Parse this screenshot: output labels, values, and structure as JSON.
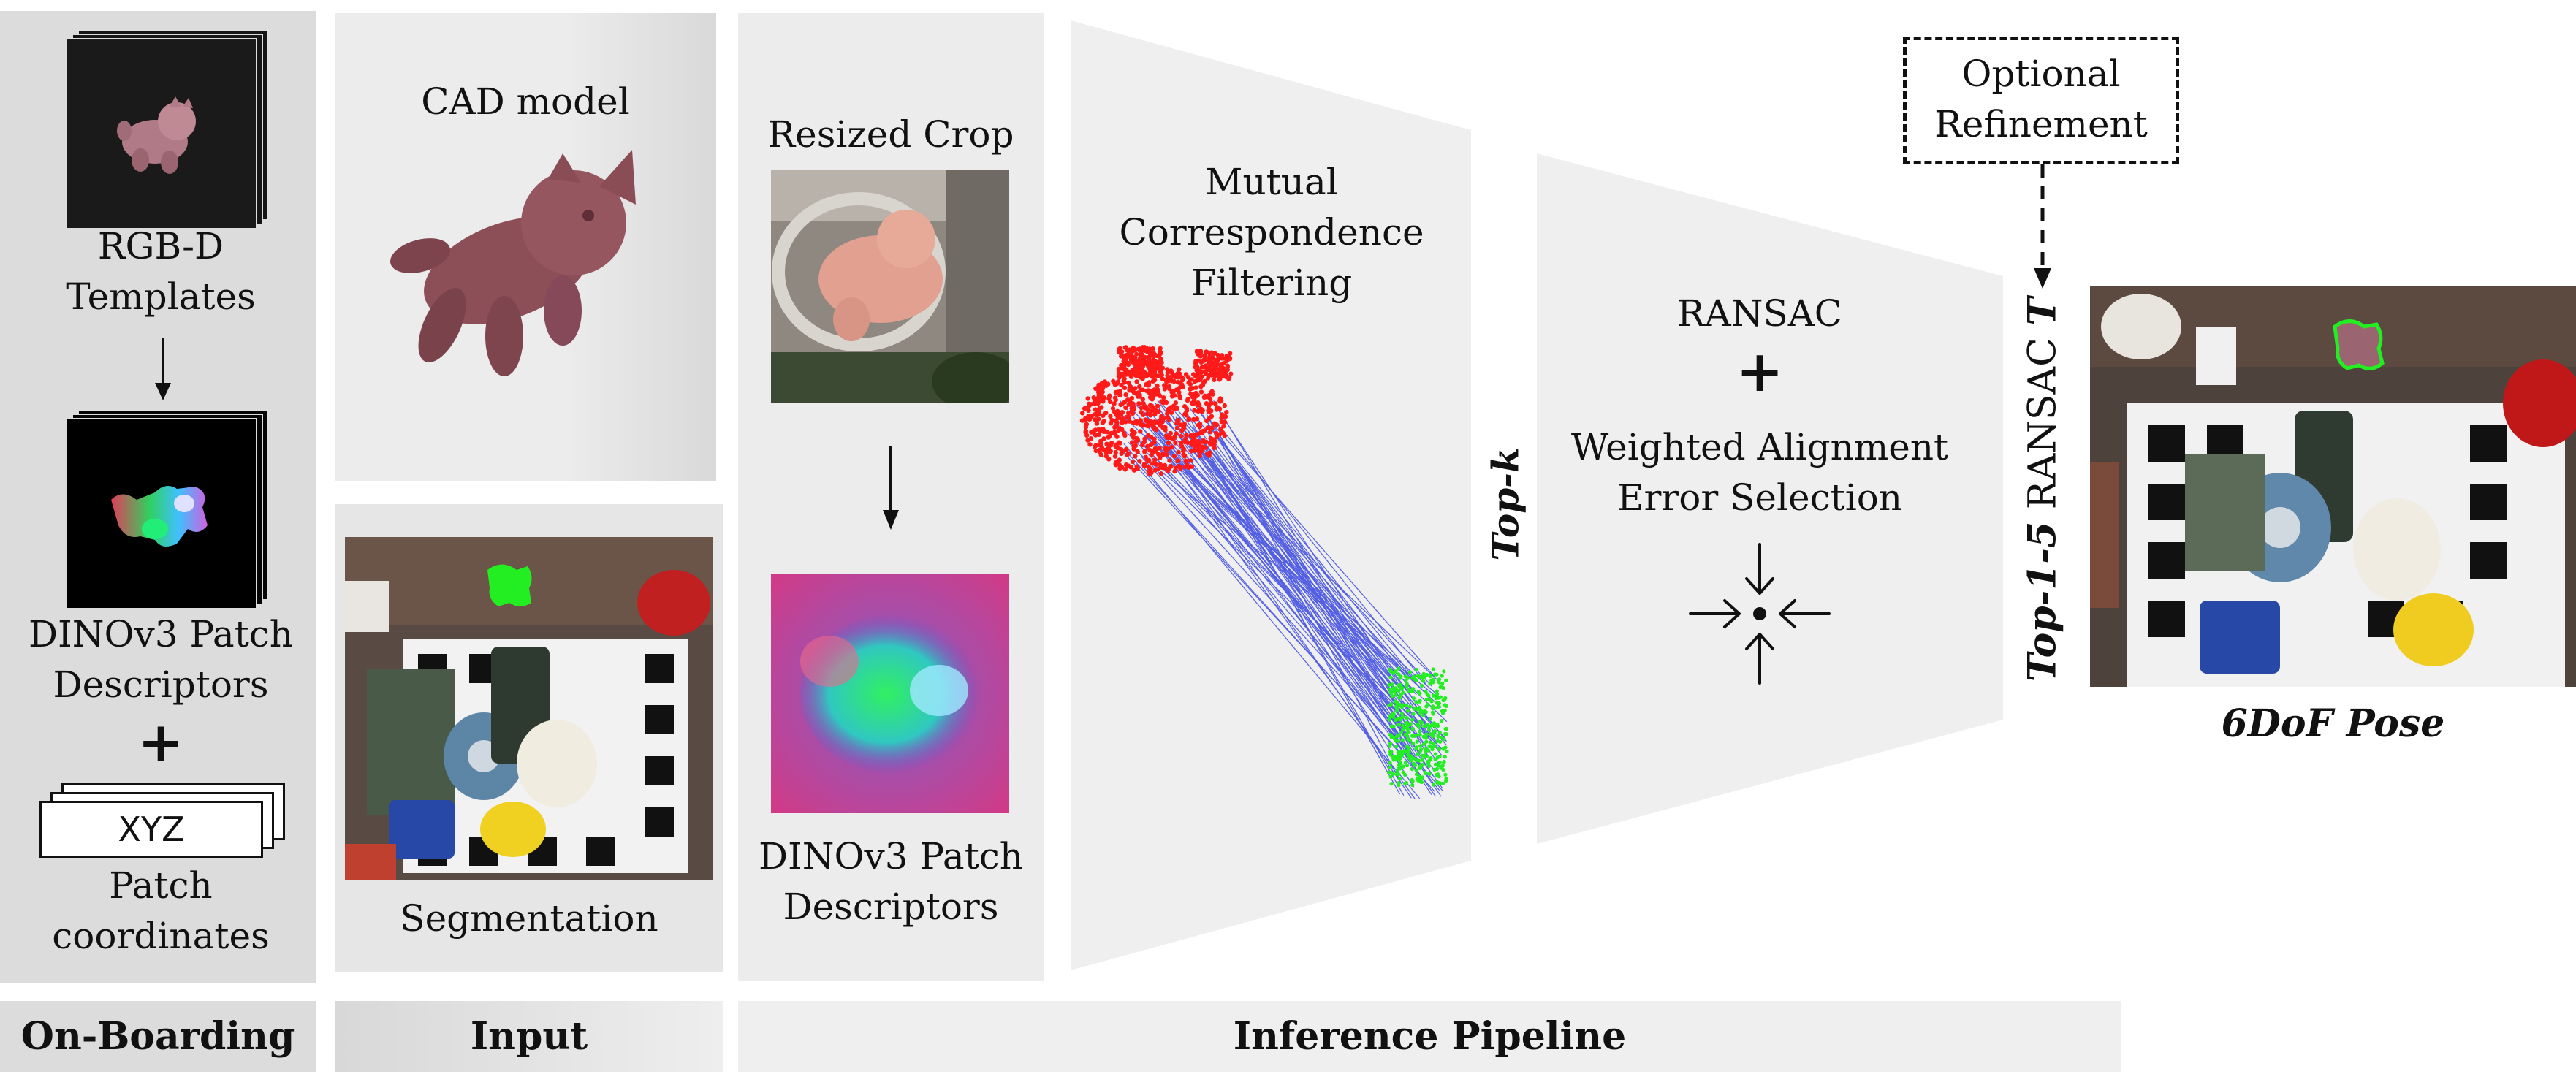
{
  "onboarding": {
    "rgbd_label": "RGB-D\nTemplates",
    "dino_label": "DINOv3 Patch\nDescriptors",
    "plus": "+",
    "xyz_label": "XYZ",
    "patch_coords_label": "Patch\ncoordinates"
  },
  "input": {
    "cad_label": "CAD model",
    "seg_label": "Segmentation"
  },
  "crop": {
    "resized_label": "Resized Crop",
    "dino_label": "DINOv3 Patch\nDescriptors"
  },
  "matching": {
    "mcf_label": "Mutual\nCorrespondence\nFiltering",
    "topk_label": "Top-k"
  },
  "ransac": {
    "ransac_label": "RANSAC",
    "plus": "+",
    "weighted_label": "Weighted Alignment\nError Selection"
  },
  "output": {
    "refine_label": "Optional\nRefinement",
    "top15_label_bold": "Top-1-5",
    "top15_label_rest": " RANSAC ",
    "top15_label_T": "T",
    "pose_label": "6DoF Pose"
  },
  "footer": {
    "onboarding": "On-Boarding",
    "input": "Input",
    "inference": "Inference Pipeline"
  },
  "colors": {
    "panel_dark": "#dcdcdc",
    "panel_light": "#efefef",
    "source_points": "#ff1a1a",
    "target_points": "#22ee22",
    "match_lines": "#2030e0",
    "object_pink": "#8c4f58"
  }
}
